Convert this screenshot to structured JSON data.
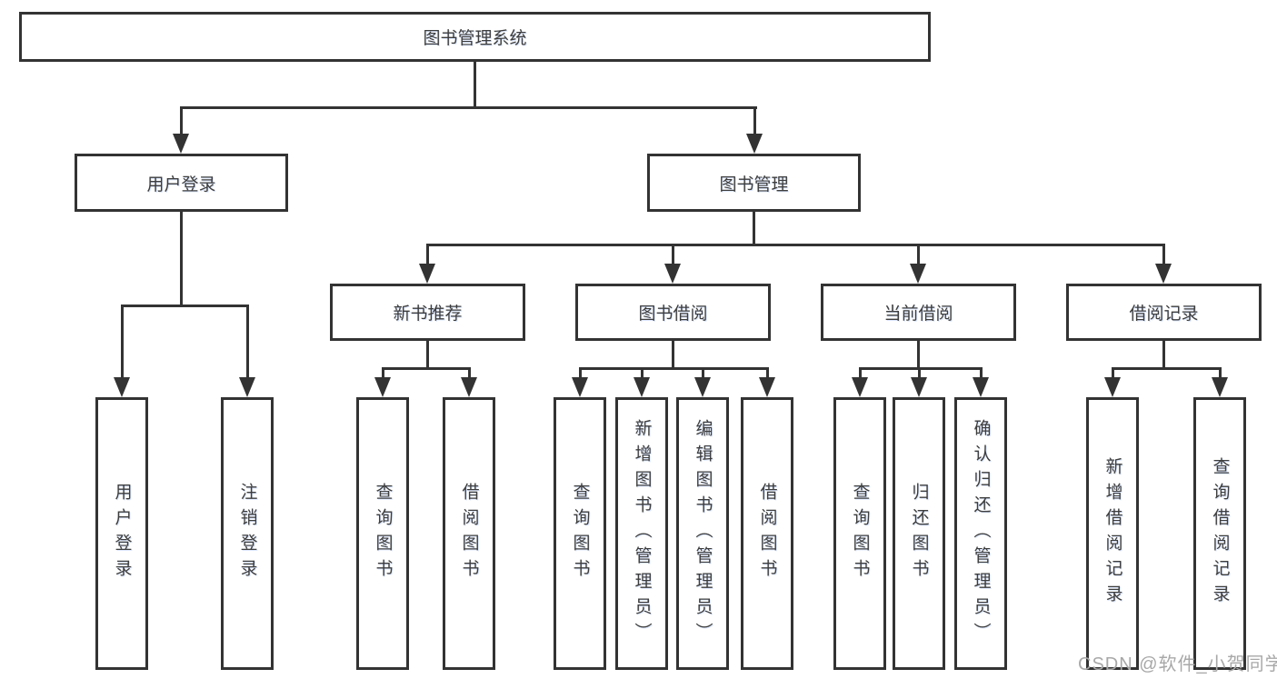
{
  "diagram_title": "图书管理系统",
  "tree": {
    "label": "图书管理系统",
    "children": [
      {
        "label": "用户登录",
        "children": [
          {
            "label": "用户登录"
          },
          {
            "label": "注销登录"
          }
        ]
      },
      {
        "label": "图书管理",
        "children": [
          {
            "label": "新书推荐",
            "children": [
              {
                "label": "查询图书"
              },
              {
                "label": "借阅图书"
              }
            ]
          },
          {
            "label": "图书借阅",
            "children": [
              {
                "label": "查询图书"
              },
              {
                "label": "新增图书（管理员）"
              },
              {
                "label": "编辑图书（管理员）"
              },
              {
                "label": "借阅图书"
              }
            ]
          },
          {
            "label": "当前借阅",
            "children": [
              {
                "label": "查询图书"
              },
              {
                "label": "归还图书"
              },
              {
                "label": "确认归还（管理员）"
              }
            ]
          },
          {
            "label": "借阅记录",
            "children": [
              {
                "label": "新增借阅记录"
              },
              {
                "label": "查询借阅记录"
              }
            ]
          }
        ]
      }
    ]
  },
  "watermark": {
    "text": "CSDN @软件_小贺同学"
  },
  "colors": {
    "line": "#333333",
    "box_border": "#333333",
    "box_fill": "#ffffff",
    "text": "#3d3d3d",
    "watermark": "#a8a8a8",
    "background": "#ffffff"
  }
}
